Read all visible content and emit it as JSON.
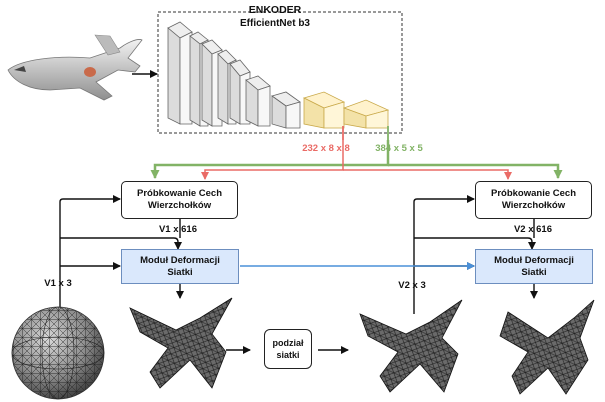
{
  "encoder": {
    "title": "ENKODER",
    "subtitle": "EfficientNet b3"
  },
  "features": {
    "red_label": "232 x 8 x 8",
    "green_label": "384 x 5 x 5"
  },
  "blocks": {
    "sampling_left": "Próbkowanie Cech\nWierzchołków",
    "sampling_right": "Próbkowanie Cech\nWierzchołków",
    "deform_left": "Moduł Deformacji\nSiatki",
    "deform_right": "Moduł Deformacji\nSiatki",
    "subdivision": "podział\nsiatki"
  },
  "dims": {
    "v1x616": "V1 x 616",
    "v2x616": "V2 x 616",
    "v1x3": "V1 x 3",
    "v2x3": "V2 x 3"
  },
  "colors": {
    "green": "#82b366",
    "red": "#ea6b66",
    "blue": "#4a90d9",
    "yellow": "#fff2cc",
    "deform_fill": "#dae8fc"
  }
}
